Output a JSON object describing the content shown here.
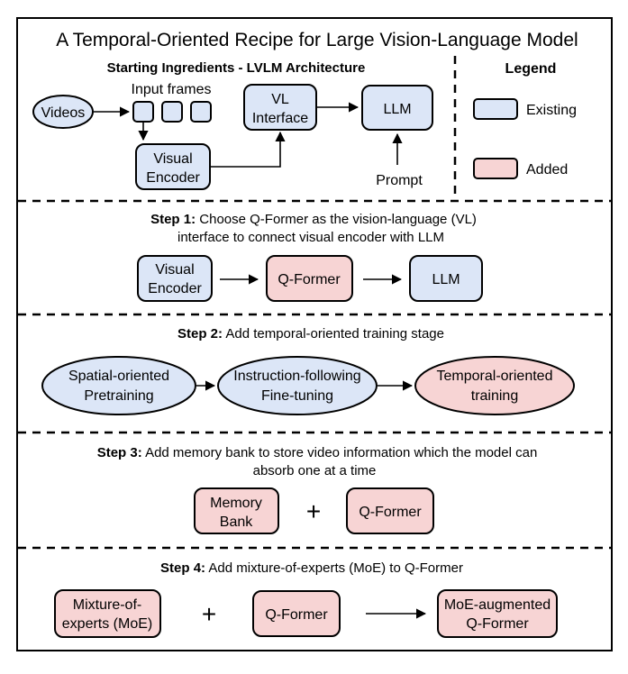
{
  "title": "A Temporal-Oriented Recipe for Large Vision-Language Model",
  "colors": {
    "existing": "#dce6f7",
    "added": "#f7d4d4",
    "stroke": "#000000"
  },
  "architecture": {
    "heading": "Starting Ingredients - LVLM Architecture",
    "videos": "Videos",
    "input_frames": "Input frames",
    "visual_encoder": [
      "Visual",
      "Encoder"
    ],
    "vl_interface": [
      "VL",
      "Interface"
    ],
    "llm": "LLM",
    "prompt": "Prompt"
  },
  "legend": {
    "title": "Legend",
    "existing": "Existing",
    "added": "Added"
  },
  "step1": {
    "label": "Step 1:",
    "text_line1": "Choose Q-Former as the vision-language (VL)",
    "text_line2": "interface to connect visual encoder with LLM",
    "visual_encoder": [
      "Visual",
      "Encoder"
    ],
    "qformer": "Q-Former",
    "llm": "LLM"
  },
  "step2": {
    "label": "Step 2:",
    "text": "Add temporal-oriented training stage",
    "stages": [
      [
        "Spatial-oriented",
        "Pretraining"
      ],
      [
        "Instruction-following",
        "Fine-tuning"
      ],
      [
        "Temporal-oriented",
        "training"
      ]
    ]
  },
  "step3": {
    "label": "Step 3:",
    "text_line1": "Add memory bank to store video information which the model can",
    "text_line2": "absorb one at a time",
    "memory_bank": [
      "Memory",
      "Bank"
    ],
    "plus": "+",
    "qformer": "Q-Former"
  },
  "step4": {
    "label": "Step 4:",
    "text": "Add mixture-of-experts (MoE) to Q-Former",
    "moe": [
      "Mixture-of-",
      "experts (MoE)"
    ],
    "plus": "+",
    "qformer": "Q-Former",
    "result": [
      "MoE-augmented",
      "Q-Former"
    ]
  }
}
